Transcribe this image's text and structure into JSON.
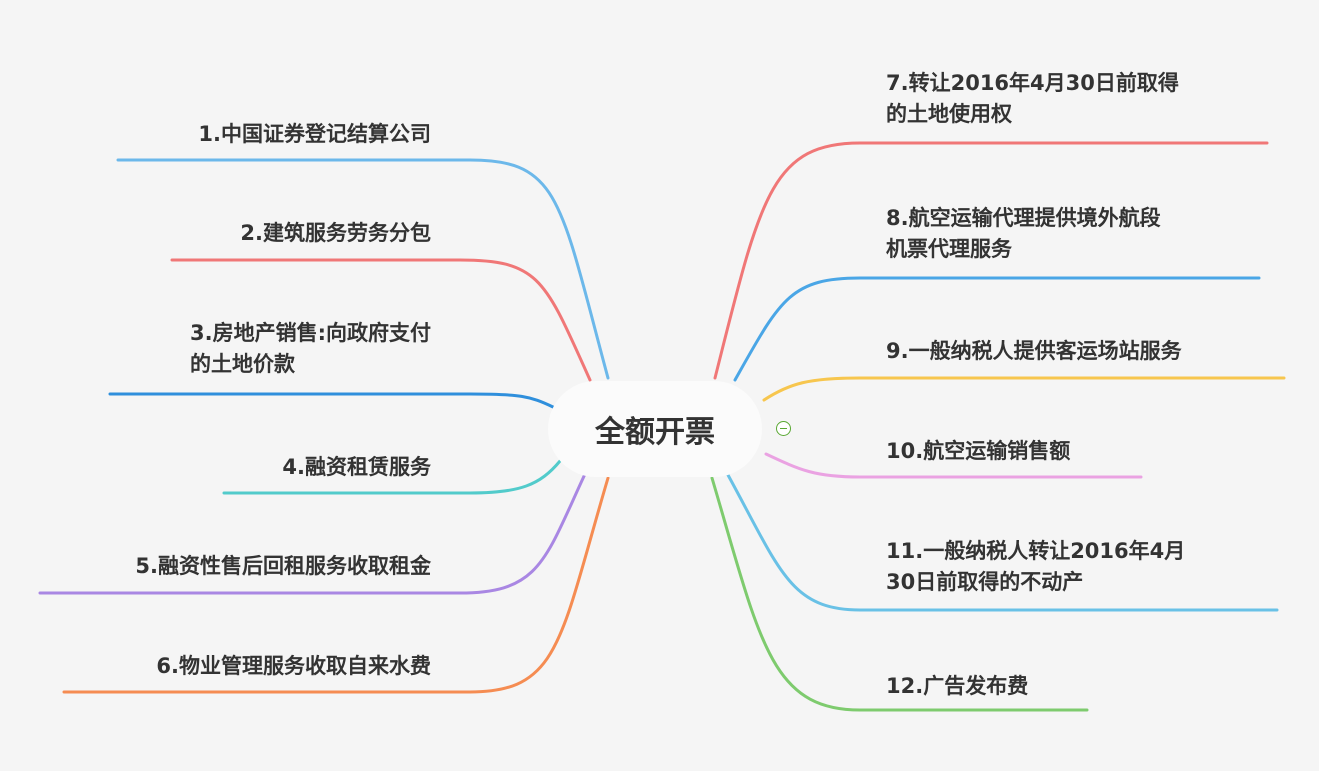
{
  "central_topic": "全额开票",
  "branches": [
    {
      "id": 1,
      "lines": [
        "1.中国证券登记结算公司"
      ],
      "color": "#6cb8ea"
    },
    {
      "id": 2,
      "lines": [
        "2.建筑服务劳务分包"
      ],
      "color": "#f07777"
    },
    {
      "id": 3,
      "lines": [
        "3.房地产销售:向政府支付",
        "的土地价款"
      ],
      "color": "#2f8fdc"
    },
    {
      "id": 4,
      "lines": [
        "4.融资租赁服务"
      ],
      "color": "#52cbcb"
    },
    {
      "id": 5,
      "lines": [
        "5.融资性售后回租服务收取租金"
      ],
      "color": "#a987e3"
    },
    {
      "id": 6,
      "lines": [
        "6.物业管理服务收取自来水费"
      ],
      "color": "#f58c52"
    },
    {
      "id": 7,
      "lines": [
        "7.转让2016年4月30日前取得",
        "的土地使用权"
      ],
      "color": "#f07777"
    },
    {
      "id": 8,
      "lines": [
        "8.航空运输代理提供境外航段",
        "机票代理服务"
      ],
      "color": "#4aa6e6"
    },
    {
      "id": 9,
      "lines": [
        "9.一般纳税人提供客运场站服务"
      ],
      "color": "#f7c64e"
    },
    {
      "id": 10,
      "lines": [
        "10.航空运输销售额"
      ],
      "color": "#eaa2e2"
    },
    {
      "id": 11,
      "lines": [
        "11.一般纳税人转让2016年4月",
        "30日前取得的不动产"
      ],
      "color": "#69c1e6"
    },
    {
      "id": 12,
      "lines": [
        "12.广告发布费"
      ],
      "color": "#7ecb6e"
    }
  ]
}
